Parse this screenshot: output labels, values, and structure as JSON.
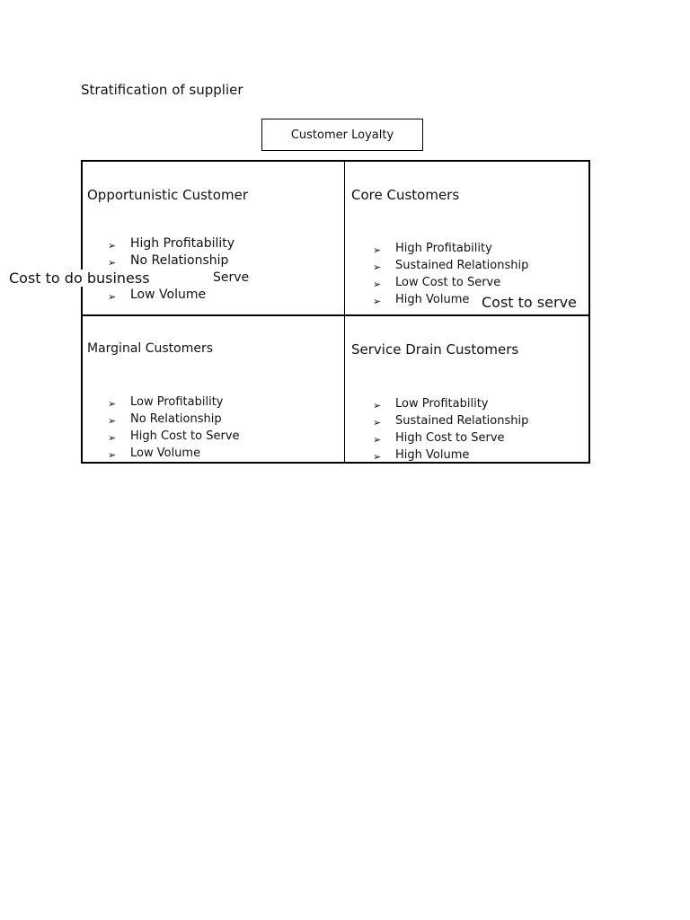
{
  "title": "Stratification of supplier",
  "axis_top": "Customer Loyalty",
  "axis_left": "Cost to do business",
  "axis_right": "Cost to serve",
  "quadrants": [
    {
      "title": "Opportunistic Customer",
      "items": [
        "High Profitability",
        "No Relationship",
        "Serve",
        "Low Volume"
      ]
    },
    {
      "title": "Core Customers",
      "items": [
        "High Profitability",
        "Sustained Relationship",
        "Low Cost to Serve",
        "High Volume"
      ]
    },
    {
      "title": "Marginal Customers",
      "items": [
        "Low Profitability",
        "No Relationship",
        "High Cost to Serve",
        "Low Volume"
      ]
    },
    {
      "title": "Service Drain Customers",
      "items": [
        "Low Profitability",
        "Sustained Relationship",
        "High Cost to Serve",
        "High Volume"
      ]
    }
  ]
}
